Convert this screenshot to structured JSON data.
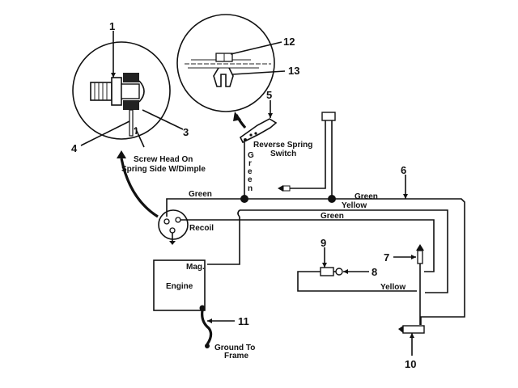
{
  "diagram": {
    "title": "Reverse Spring Switch Wiring",
    "callouts": {
      "n1": "1",
      "n3": "3",
      "n4": "4",
      "n5": "5",
      "n6": "6",
      "n7": "7",
      "n8": "8",
      "n9": "9",
      "n10": "10",
      "n11": "11",
      "n12": "12",
      "n13": "13"
    },
    "labels": {
      "screw_line1": "Screw Head On",
      "screw_line2": "Spring Side W/Dimple",
      "switch_line1": "Reverse Spring",
      "switch_line2": "Switch",
      "recoil": "Recoil",
      "engine": "Engine",
      "mag": "Mag.",
      "ground_line1": "Ground To",
      "ground_line2": "Frame"
    },
    "wire_labels": {
      "green_left": "Green",
      "green_vertical": [
        "G",
        "r",
        "e",
        "e",
        "n"
      ],
      "green_top_right": "Green",
      "yellow_top": "Yellow",
      "green_mid": "Green",
      "yellow_bottom": "Yellow"
    }
  }
}
